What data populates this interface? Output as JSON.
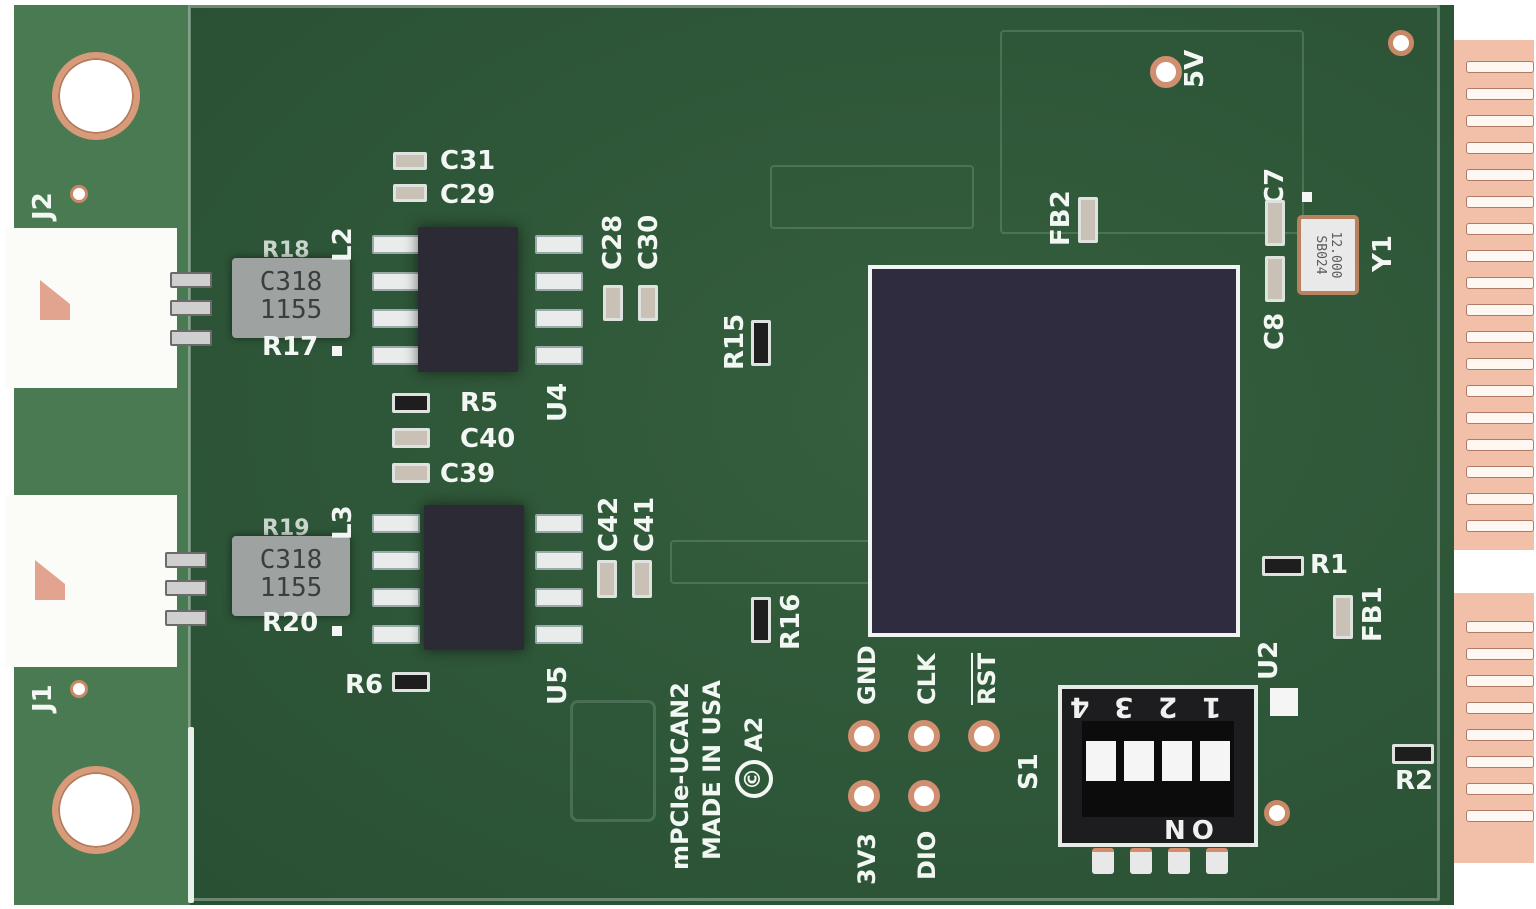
{
  "board": {
    "name": "mPCIe-UCAN2",
    "origin": "MADE IN USA",
    "revision": "A2",
    "copyright_symbol": "©",
    "colors": {
      "soldermask": "#2f5a3a",
      "silkscreen": "#f2f7f3",
      "copper": "#d89a78",
      "ic_body": "#2e2c3e",
      "edge_gold": "#f2c0a8"
    }
  },
  "connectors": [
    {
      "ref": "J2",
      "pins": 3
    },
    {
      "ref": "J1",
      "pins": 3
    }
  ],
  "chokes": [
    {
      "ref_top": "R18",
      "ref_bottom": "R17",
      "side": "L2",
      "marking_line1": "C318",
      "marking_line2": "1155"
    },
    {
      "ref_top": "R19",
      "ref_bottom": "R20",
      "side": "L3",
      "marking_line1": "C318",
      "marking_line2": "1155"
    }
  ],
  "ics": [
    {
      "ref": "U4"
    },
    {
      "ref": "U5"
    },
    {
      "ref": "U2"
    }
  ],
  "capacitors": [
    "C31",
    "C29",
    "C28",
    "C30",
    "C40",
    "C39",
    "C42",
    "C41",
    "C7",
    "C8"
  ],
  "resistors": [
    "R5",
    "R6",
    "R15",
    "R16",
    "R1",
    "R2"
  ],
  "ferrite_beads": [
    "FB1",
    "FB2"
  ],
  "crystal": {
    "ref": "Y1",
    "marking_line1": "12.000",
    "marking_line2": "SB024"
  },
  "test_points": {
    "power": "5V",
    "header": [
      "GND",
      "CLK",
      "RST",
      "3V3",
      "DIO"
    ]
  },
  "dip_switch": {
    "ref": "S1",
    "numbers": [
      "4",
      "3",
      "2",
      "1"
    ],
    "legend": "ON"
  },
  "edge_connector": {
    "finger_count_upper": 18,
    "finger_count_lower": 8
  }
}
